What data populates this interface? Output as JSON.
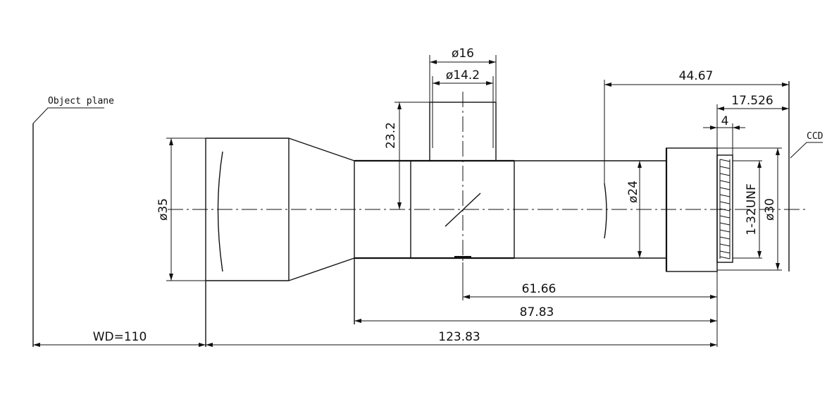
{
  "labels": {
    "object_plane": "Object plane",
    "ccd": "CCD"
  },
  "dimensions": {
    "d16": "ø16",
    "d14_2": "ø14.2",
    "d44_67": "44.67",
    "d17_526": "17.526",
    "d4": "4",
    "d23_2": "23.2",
    "d35": "ø35",
    "d24": "ø24",
    "thread": "1-32UNF",
    "d30": "ø30",
    "d61_66": "61.66",
    "d87_83": "87.83",
    "d123_83": "123.83",
    "wd": "WD=110"
  }
}
